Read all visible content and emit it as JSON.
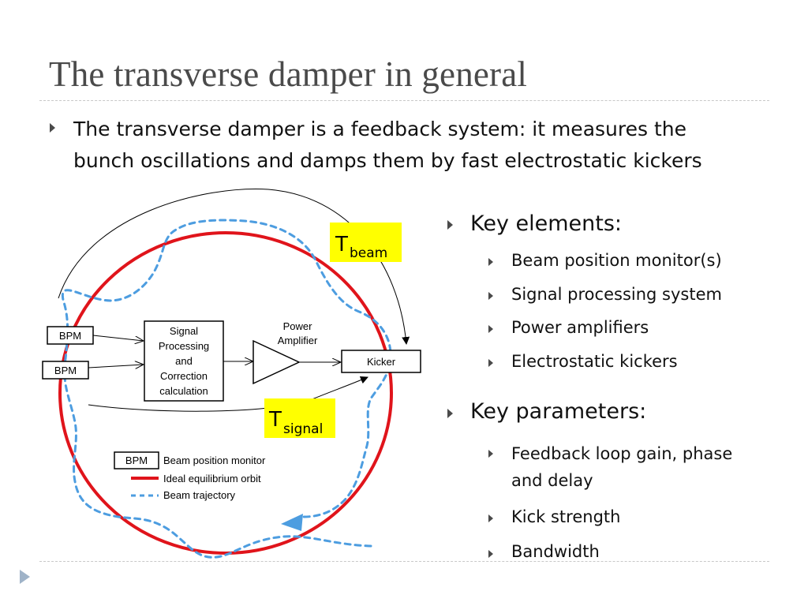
{
  "title": "The transverse damper in general",
  "intro": {
    "line1": "The transverse damper is a feedback system: it measures the",
    "line2": "bunch oscillations and damps them by fast electrostatic kickers"
  },
  "key_elements": {
    "heading": "Key elements:",
    "items": [
      "Beam position monitor(s)",
      "Signal processing system",
      "Power amplifiers",
      "Electrostatic kickers"
    ]
  },
  "key_parameters": {
    "heading": "Key parameters:",
    "items": [
      "Feedback loop gain, phase",
      "and delay",
      "Kick strength",
      "Bandwidth"
    ]
  },
  "diagram": {
    "bpm1": "BPM",
    "bpm2": "BPM",
    "signal_processing": [
      "Signal",
      "Processing",
      "and",
      "Correction",
      "calculation"
    ],
    "power_amplifier": [
      "Power",
      "Amplifier"
    ],
    "kicker": "Kicker",
    "t_beam": {
      "main": "T",
      "sub": "beam"
    },
    "t_signal": {
      "main": "T",
      "sub": "signal"
    },
    "legend": {
      "bpm_symbol": "BPM",
      "bpm": "Beam position monitor",
      "orbit": "Ideal equilibrium orbit",
      "trajectory": "Beam trajectory"
    },
    "colors": {
      "orbit": "#e0141b",
      "trajectory": "#4d9de0",
      "time_box": "#ffff00"
    }
  },
  "icons": [
    "bullet-triangle-icon",
    "nav-next-icon"
  ]
}
